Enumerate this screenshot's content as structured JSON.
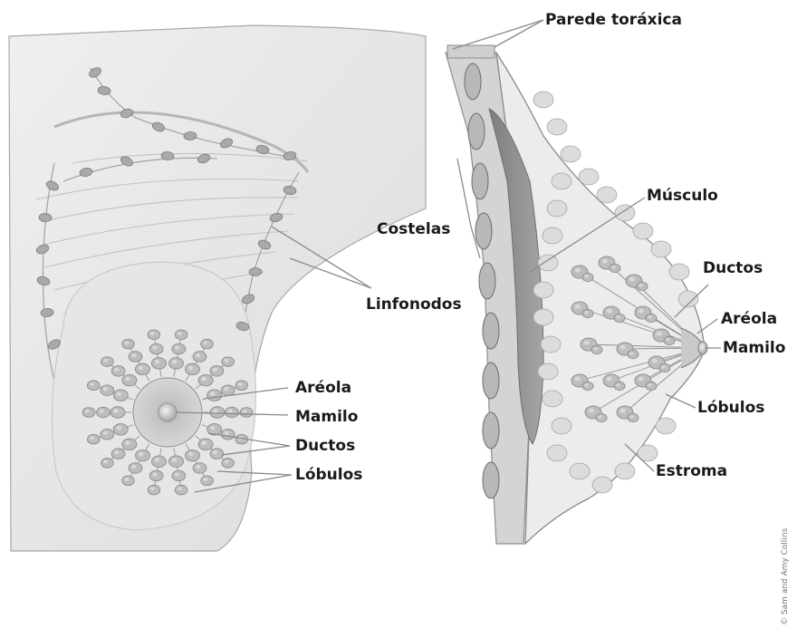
{
  "labels": {
    "chest_wall": "Parede toráxica",
    "ribs": "Costelas",
    "muscle": "Músculo",
    "lymph_nodes": "Linfonodos",
    "front_areola": "Aréola",
    "front_nipple": "Mamilo",
    "front_ducts": "Ductos",
    "front_lobules": "Lóbulos",
    "side_ducts": "Ductos",
    "side_areola": "Aréola",
    "side_nipple": "Mamilo",
    "side_lobules": "Lóbulos",
    "stroma": "Estroma"
  },
  "credit": "© Sam and Amy Collins",
  "colors": {
    "skin": "#e9e9e9",
    "skin_shadow": "#c9c9c9",
    "lobule": "#bdbdbd",
    "lobule_dark": "#8c8c8c",
    "muscle": "#8f8f8f",
    "fat": "#dcdcdc",
    "leader": "#8a8a8a"
  }
}
